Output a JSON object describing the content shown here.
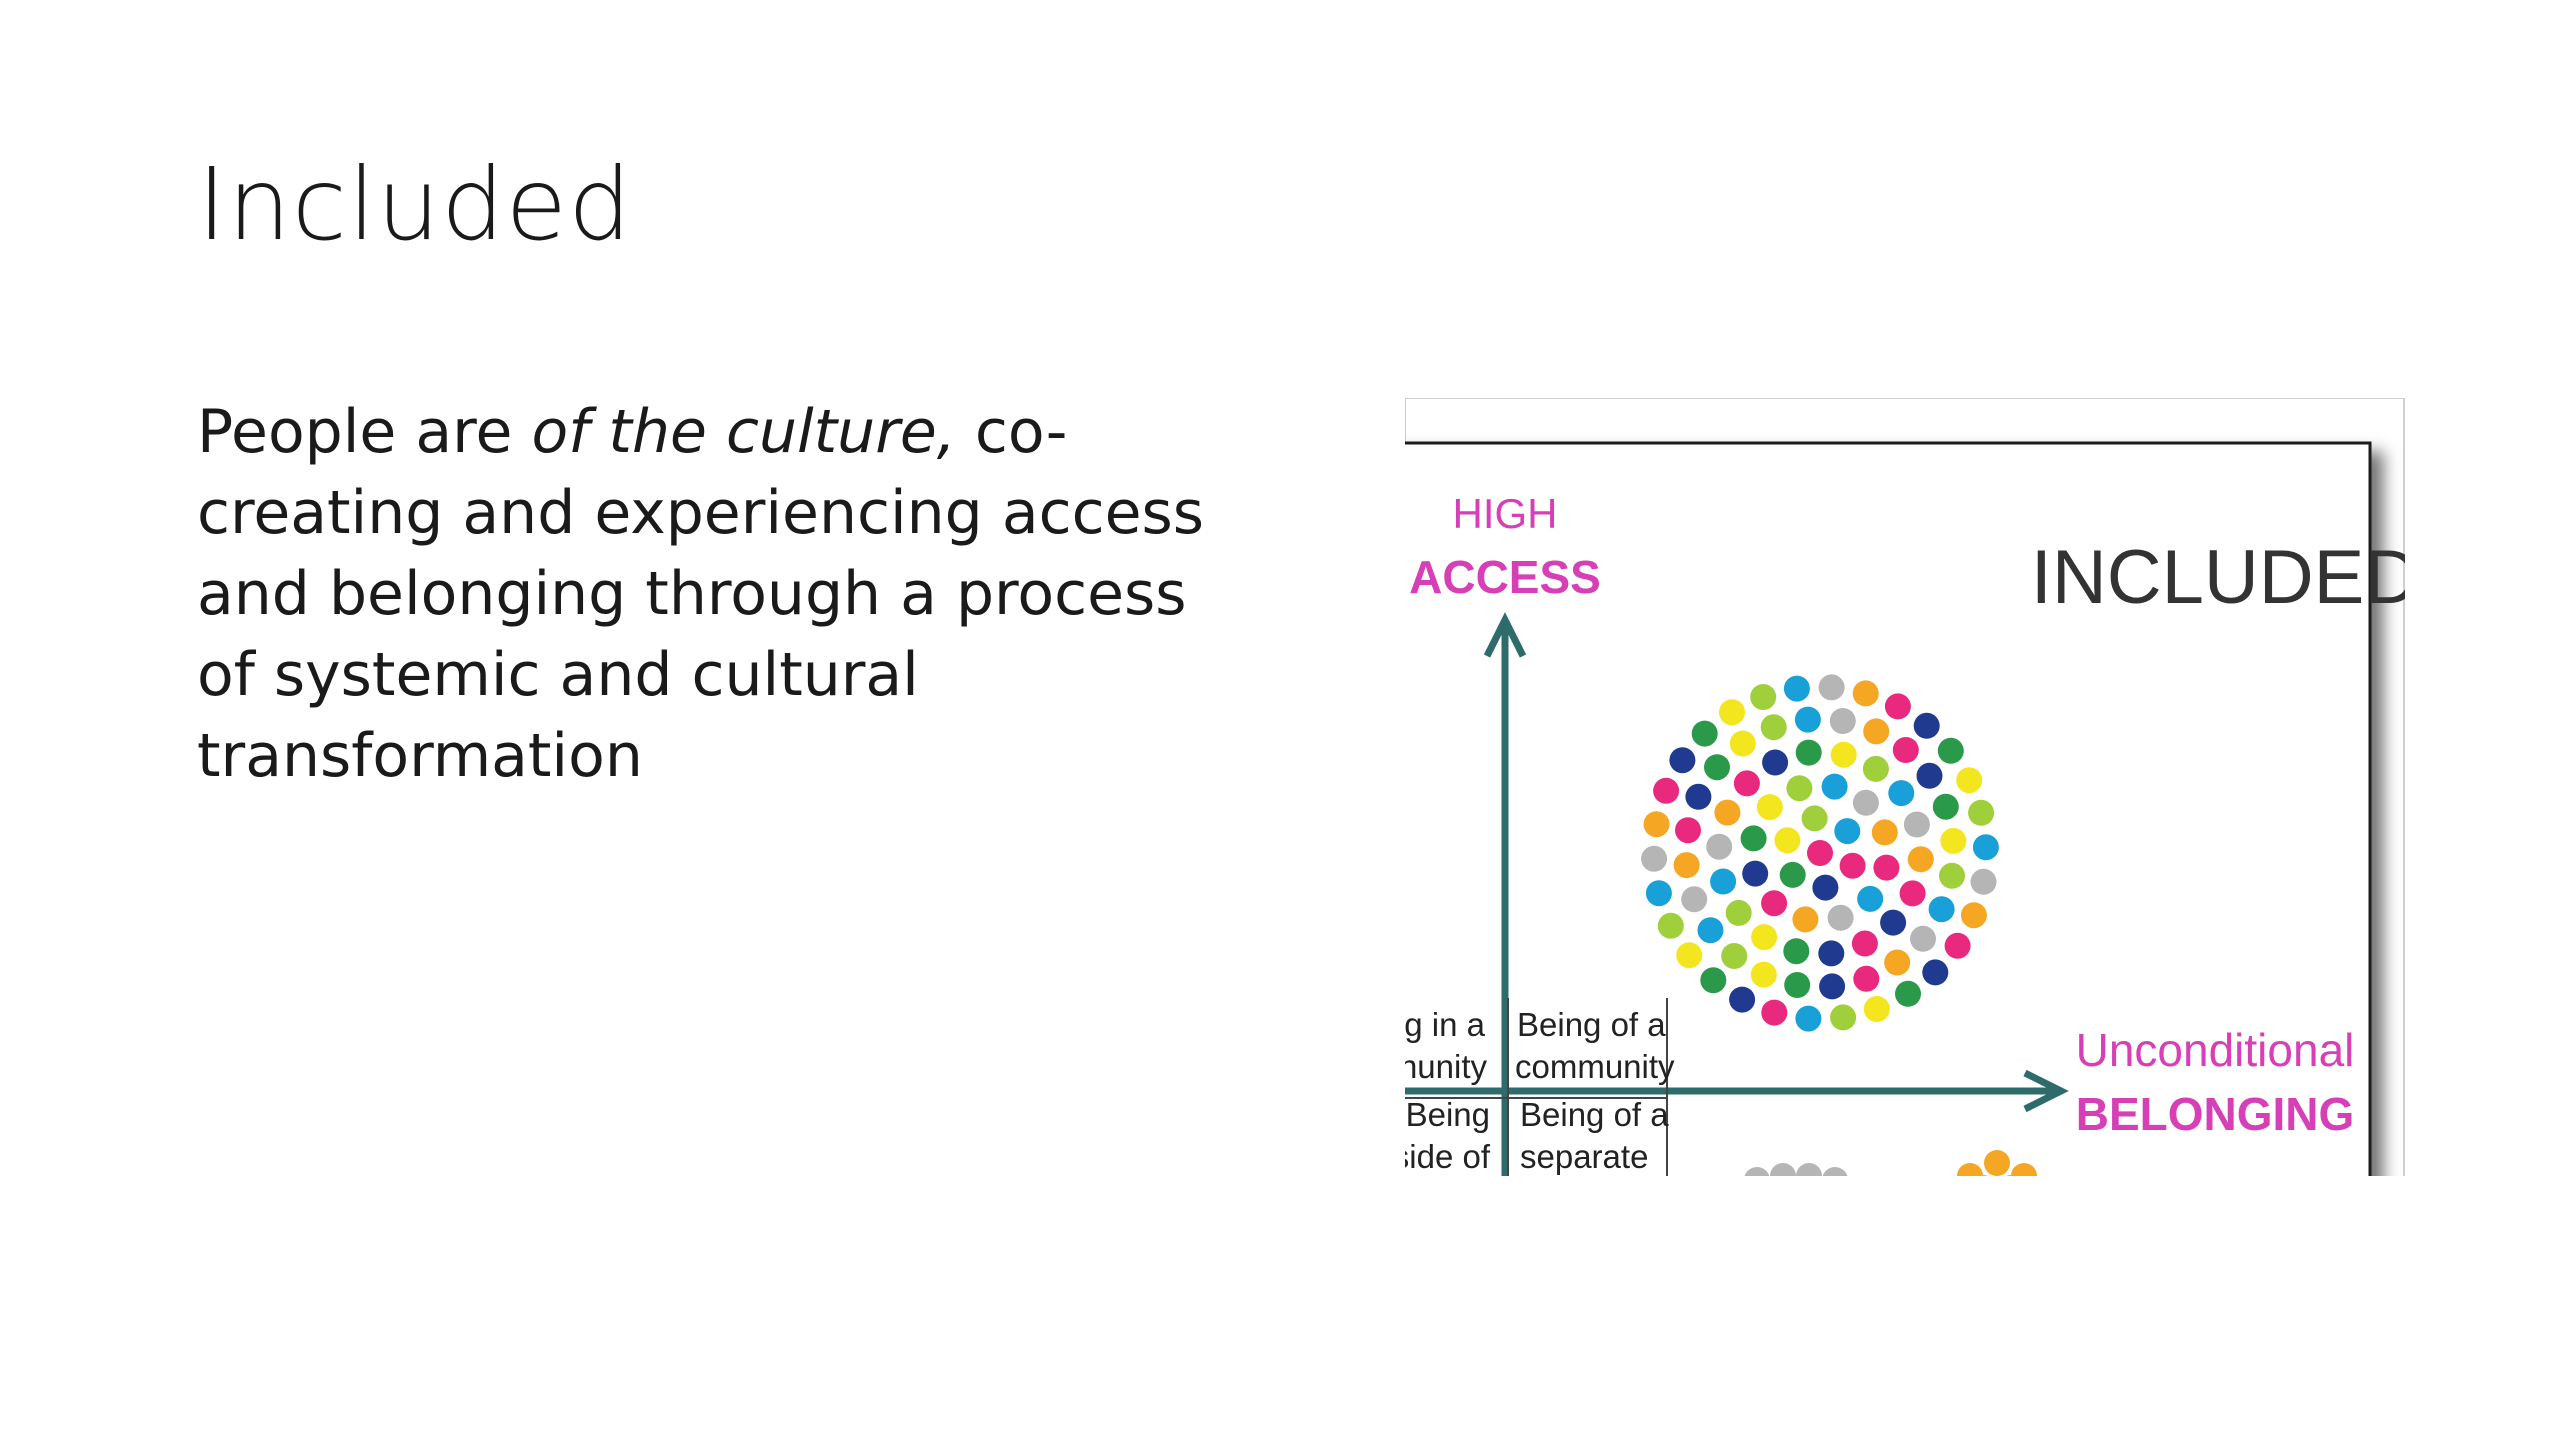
{
  "slide": {
    "title": "Included",
    "body": {
      "lead": "People are ",
      "italic": "of the culture,",
      "rest": " co-creating and experiencing access and belonging through a process of systemic and cultural transformation"
    }
  },
  "figure": {
    "axis_y_top": "HIGH",
    "axis_y_bottom": "ACCESS",
    "quadrant_label": "INCLUDED",
    "axis_x_top": "Unconditional",
    "axis_x_bottom": "BELONGING",
    "table": {
      "left_col": [
        "g in a",
        "nunity",
        "Being",
        "side of"
      ],
      "right_col": [
        "Being of a",
        "community",
        "Being of a",
        "separate"
      ]
    },
    "colors": {
      "pink": "#e6007e",
      "magenta_label": "#d63fb5",
      "teal_axis": "#2e6b6b",
      "dot_palette": [
        "#e8297d",
        "#1aa0d8",
        "#2a9a4a",
        "#f5a623",
        "#9fcf3a",
        "#203a8f",
        "#b5b5b5",
        "#f3e61f"
      ]
    }
  }
}
